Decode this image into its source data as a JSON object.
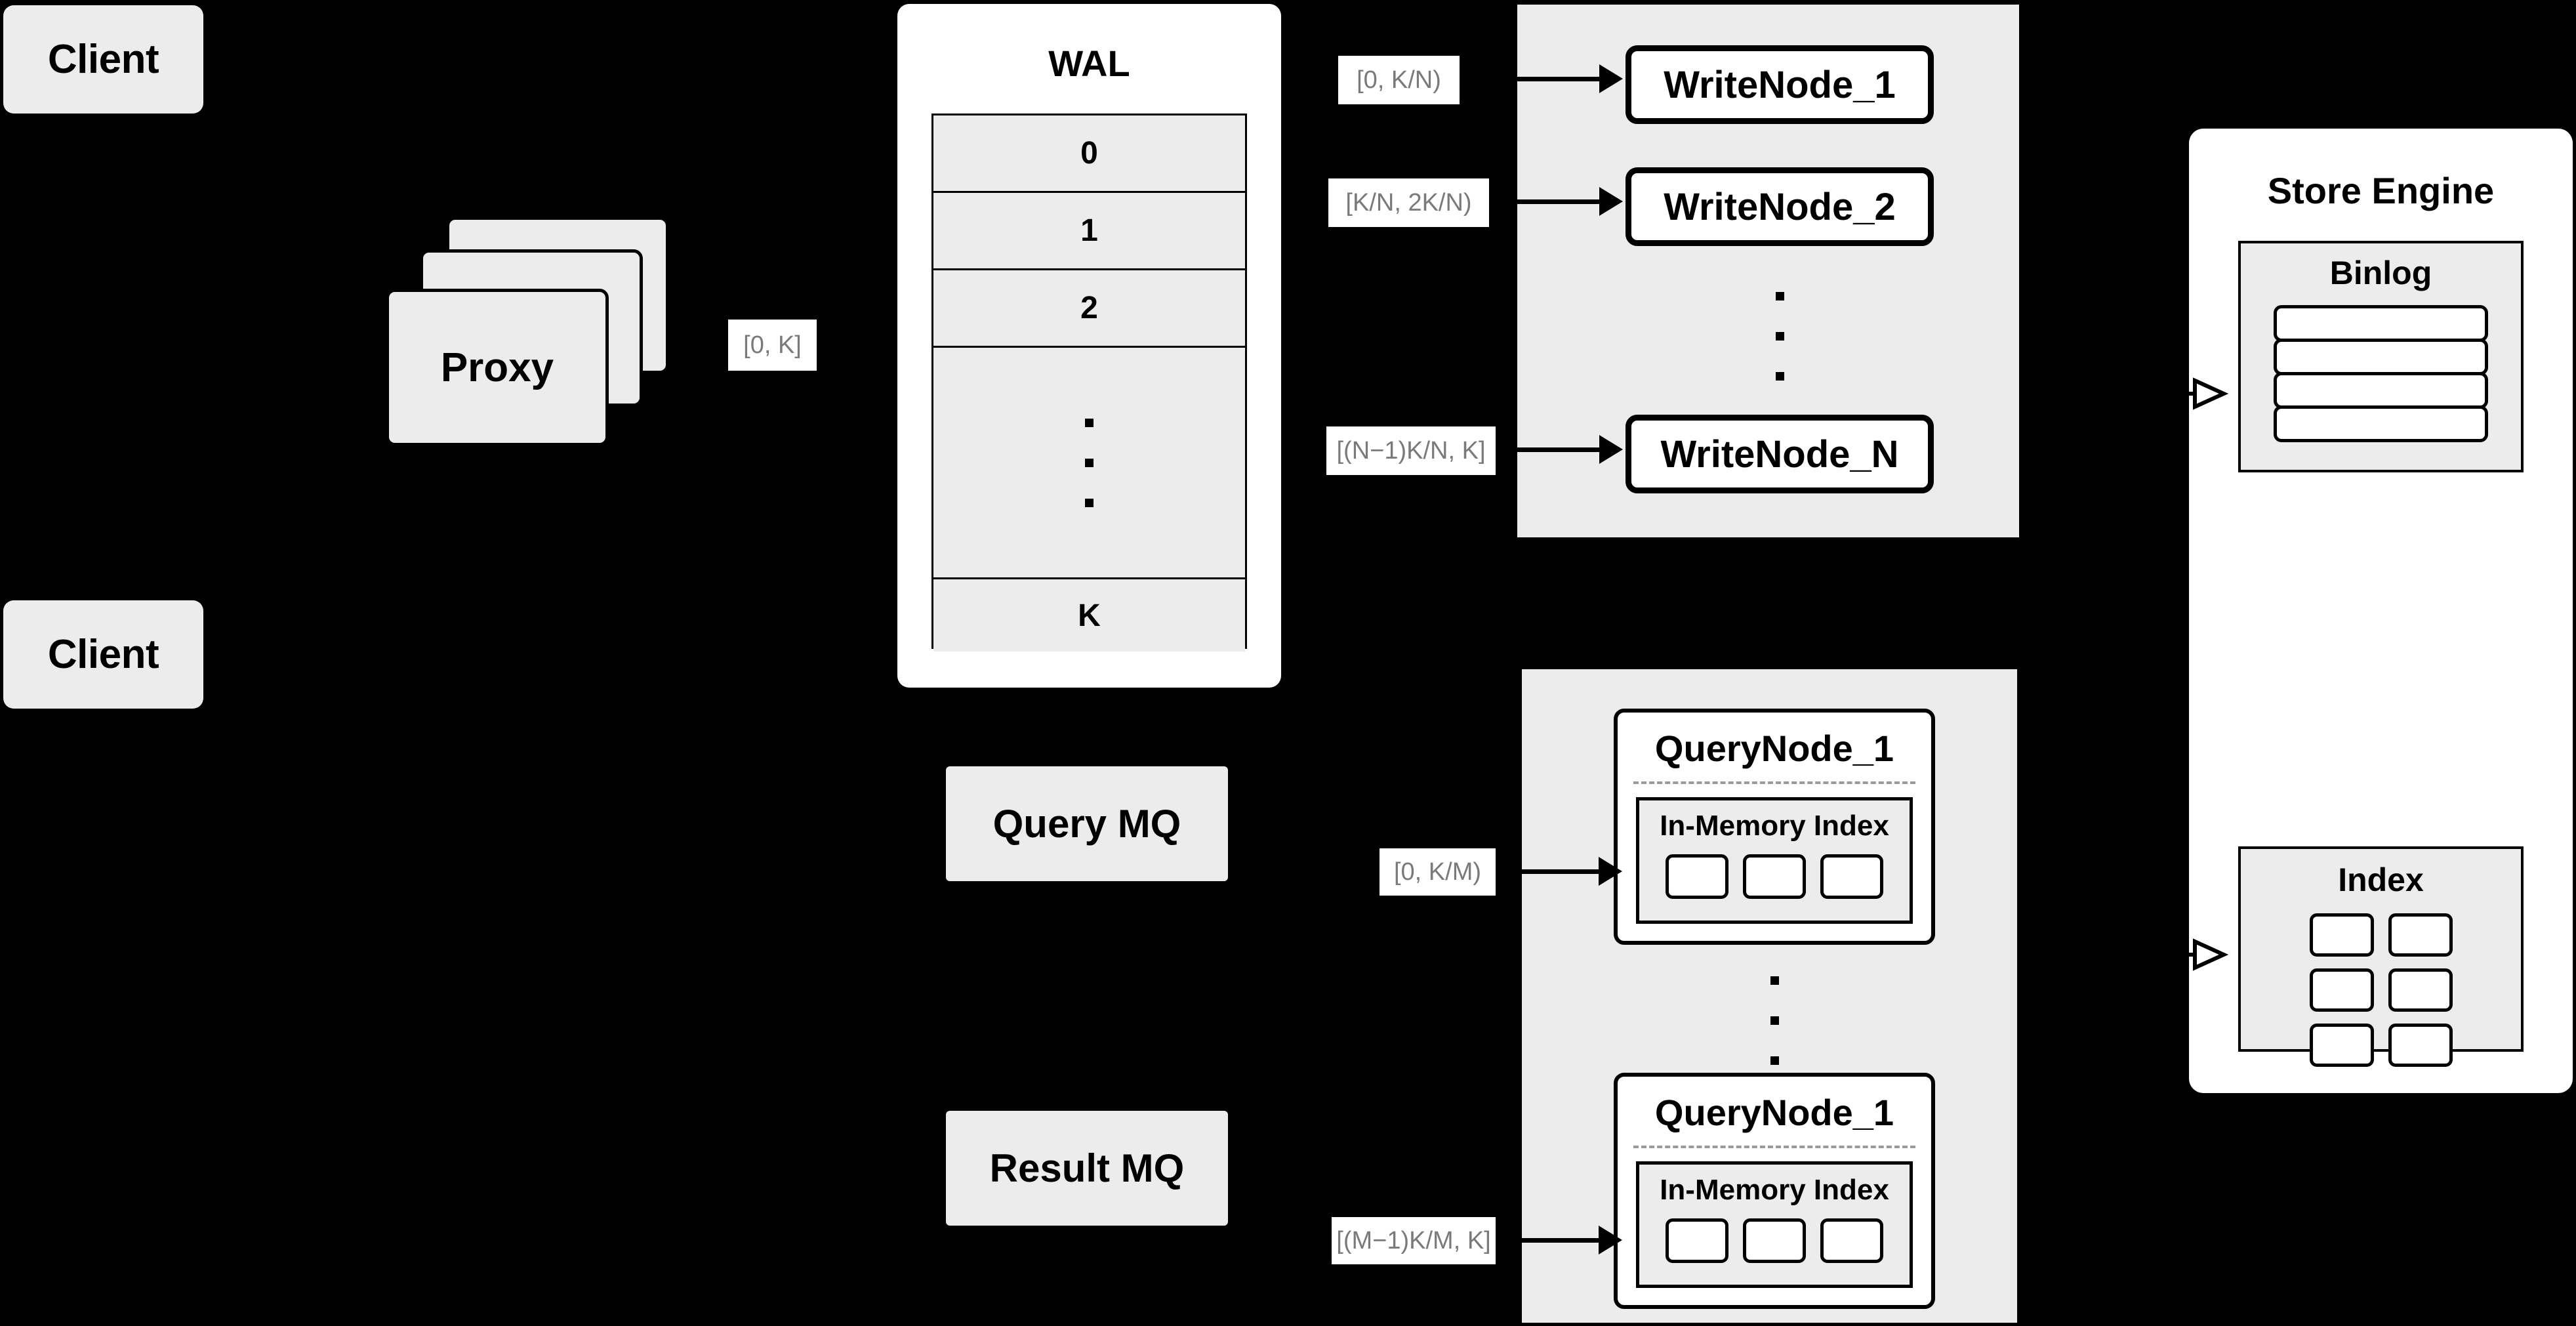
{
  "diagram": {
    "background_color": "#000000",
    "box_fill": "#ececec",
    "node_fill": "#ffffff",
    "stroke_color": "#000000",
    "label_text_color": "#7a7a7a",
    "dashed_separator_color": "#9a9a9a"
  },
  "clients": [
    {
      "label": "Client"
    },
    {
      "label": "Client"
    }
  ],
  "proxy": {
    "label": "Proxy",
    "stack_count": 3,
    "out_range_label": "[0, K]"
  },
  "wal": {
    "title": "WAL",
    "rows": [
      "0",
      "1",
      "2",
      "⋮",
      "K"
    ],
    "row_values": [
      "0",
      "1",
      "2",
      "K"
    ],
    "ellipsis_dots": 3
  },
  "message_queues": [
    {
      "label": "Query MQ"
    },
    {
      "label": "Result MQ"
    }
  ],
  "write_cluster": {
    "nodes": [
      {
        "label": "WriteNode_1",
        "range_label": "[0,  K/N)"
      },
      {
        "label": "WriteNode_2",
        "range_label": "[K/N, 2K/N)"
      },
      {
        "label": "WriteNode_N",
        "range_label": "[(N−1)K/N,  K]"
      }
    ],
    "ellipsis_dots": 3
  },
  "query_cluster": {
    "nodes": [
      {
        "label": "QueryNode_1",
        "range_label": "[0, K/M)",
        "index_panel": {
          "title": "In-Memory Index",
          "cell_count": 3
        }
      },
      {
        "label": "QueryNode_1",
        "range_label": "[(M−1)K/M, K]",
        "index_panel": {
          "title": "In-Memory Index",
          "cell_count": 3
        }
      }
    ],
    "ellipsis_dots": 3
  },
  "store_engine": {
    "title": "Store Engine",
    "binlog": {
      "title": "Binlog",
      "bar_count": 4
    },
    "index": {
      "title": "Index",
      "cell_count": 6,
      "columns": 3,
      "rows": 2
    }
  }
}
